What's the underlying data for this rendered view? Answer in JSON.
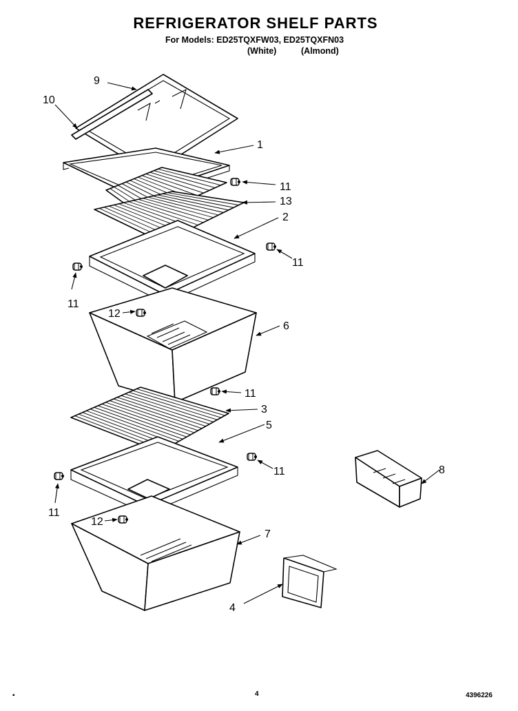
{
  "header": {
    "title": "REFRIGERATOR SHELF PARTS",
    "models": "For Models: ED25TQXFW03, ED25TQXFN03",
    "variant_white": "(White)",
    "variant_almond": "(Almond)"
  },
  "callouts": [
    "9",
    "10",
    "1",
    "11",
    "13",
    "2",
    "11",
    "11",
    "12",
    "6",
    "11",
    "3",
    "5",
    "11",
    "8",
    "11",
    "12",
    "7",
    "4"
  ],
  "footer": {
    "page_number": "4",
    "doc_number": "4396226"
  }
}
